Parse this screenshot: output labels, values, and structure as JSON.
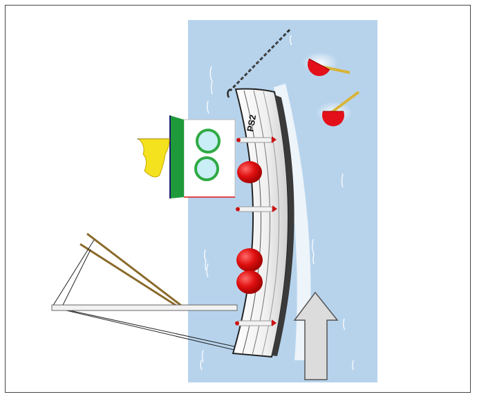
{
  "figure": {
    "boat_label": "PS2",
    "colors": {
      "water": "#b7d3ec",
      "water_streak": "#ffffff",
      "hull_white": "#f4f4f4",
      "hull_dark": "#3a3a3a",
      "fender_red": "#e01010",
      "cabin_green": "#1f9a3a",
      "porthole_ring": "#2faa44",
      "porthole_glass": "#c9eef6",
      "flag_yellow": "#f5e21e",
      "buoy_red": "#e3101a",
      "buoy_stick": "#d8b43a",
      "rigging_rod": "#8a6a2a",
      "chain": "#333333",
      "arrow_fill": "#dcdcdc"
    },
    "icons": [
      "anchor-chain",
      "buoy",
      "fender",
      "porthole",
      "pennant-flag",
      "direction-arrow",
      "outrigger"
    ]
  }
}
